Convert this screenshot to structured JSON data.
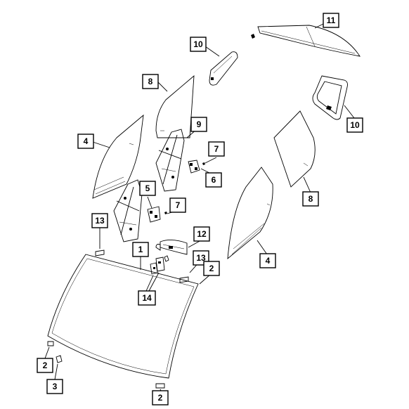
{
  "callouts": [
    {
      "label": "11"
    },
    {
      "label": "10"
    },
    {
      "label": "8"
    },
    {
      "label": "10"
    },
    {
      "label": "9"
    },
    {
      "label": "4"
    },
    {
      "label": "7"
    },
    {
      "label": "6"
    },
    {
      "label": "8"
    },
    {
      "label": "5"
    },
    {
      "label": "7"
    },
    {
      "label": "13"
    },
    {
      "label": "12"
    },
    {
      "label": "1"
    },
    {
      "label": "4"
    },
    {
      "label": "13"
    },
    {
      "label": "2"
    },
    {
      "label": "14"
    },
    {
      "label": "2"
    },
    {
      "label": "3"
    },
    {
      "label": "2"
    }
  ],
  "colors": {
    "line": "#000000",
    "background": "#ffffff"
  }
}
